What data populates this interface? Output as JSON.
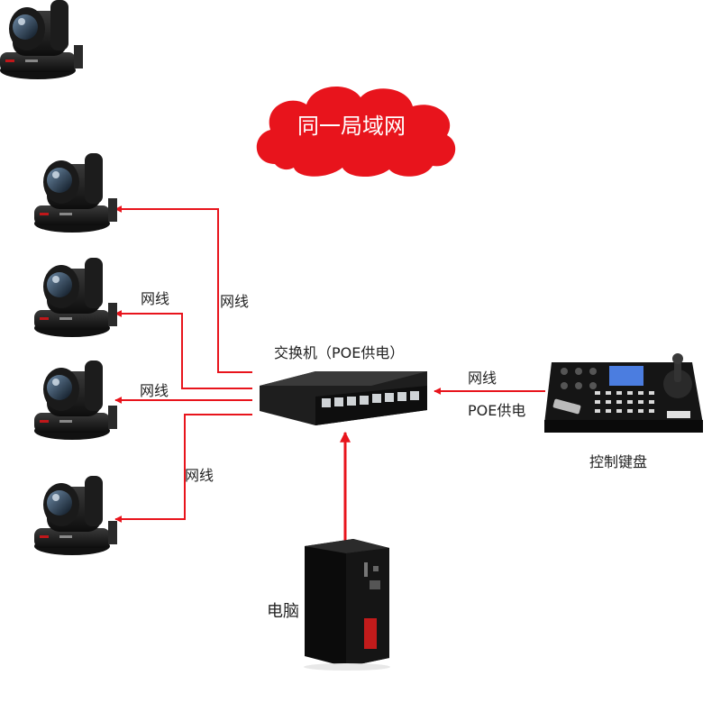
{
  "cloud": {
    "label": "同一局域网",
    "color": "#e8141c"
  },
  "switch": {
    "label": "交换机（POE供电）"
  },
  "keyboard": {
    "label": "控制键盘"
  },
  "pc": {
    "label": "电脑"
  },
  "links": {
    "cam1_cable": "网线",
    "cam2_cable": "网线",
    "cam3_cable": "网线",
    "cam4_cable": "网线",
    "keyboard_cable": "网线",
    "keyboard_power": "POE供电"
  },
  "colors": {
    "line": "#e8141c",
    "device": "#1a1a1a",
    "accent": "#d41a1a"
  },
  "icons": [
    "ptz-camera-icon",
    "network-switch-icon",
    "ptz-keyboard-icon",
    "desktop-pc-icon",
    "cloud-icon"
  ]
}
